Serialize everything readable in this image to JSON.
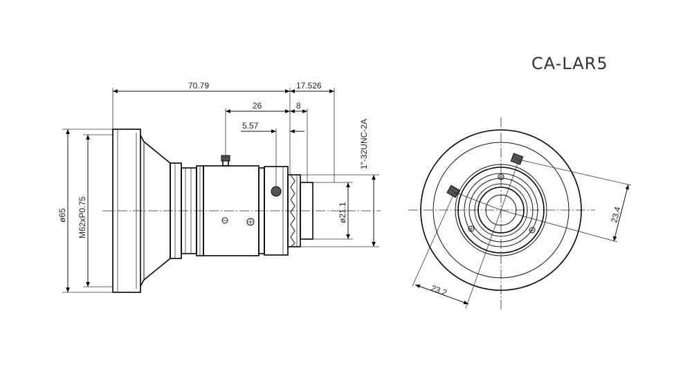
{
  "title": "CA-LAR5",
  "dimensions": {
    "total_length": "70.79",
    "back_focus": "17.526",
    "screw_distance": "26",
    "flange": "8",
    "offset": "5.57",
    "mount_thread": "1\"-32UNC-2A",
    "rear_diameter": "ø21.1",
    "outer_diameter": "ø65",
    "filter_thread": "M62xP0.75",
    "screw_radius_a": "23.4",
    "screw_radius_b": "23.2"
  }
}
